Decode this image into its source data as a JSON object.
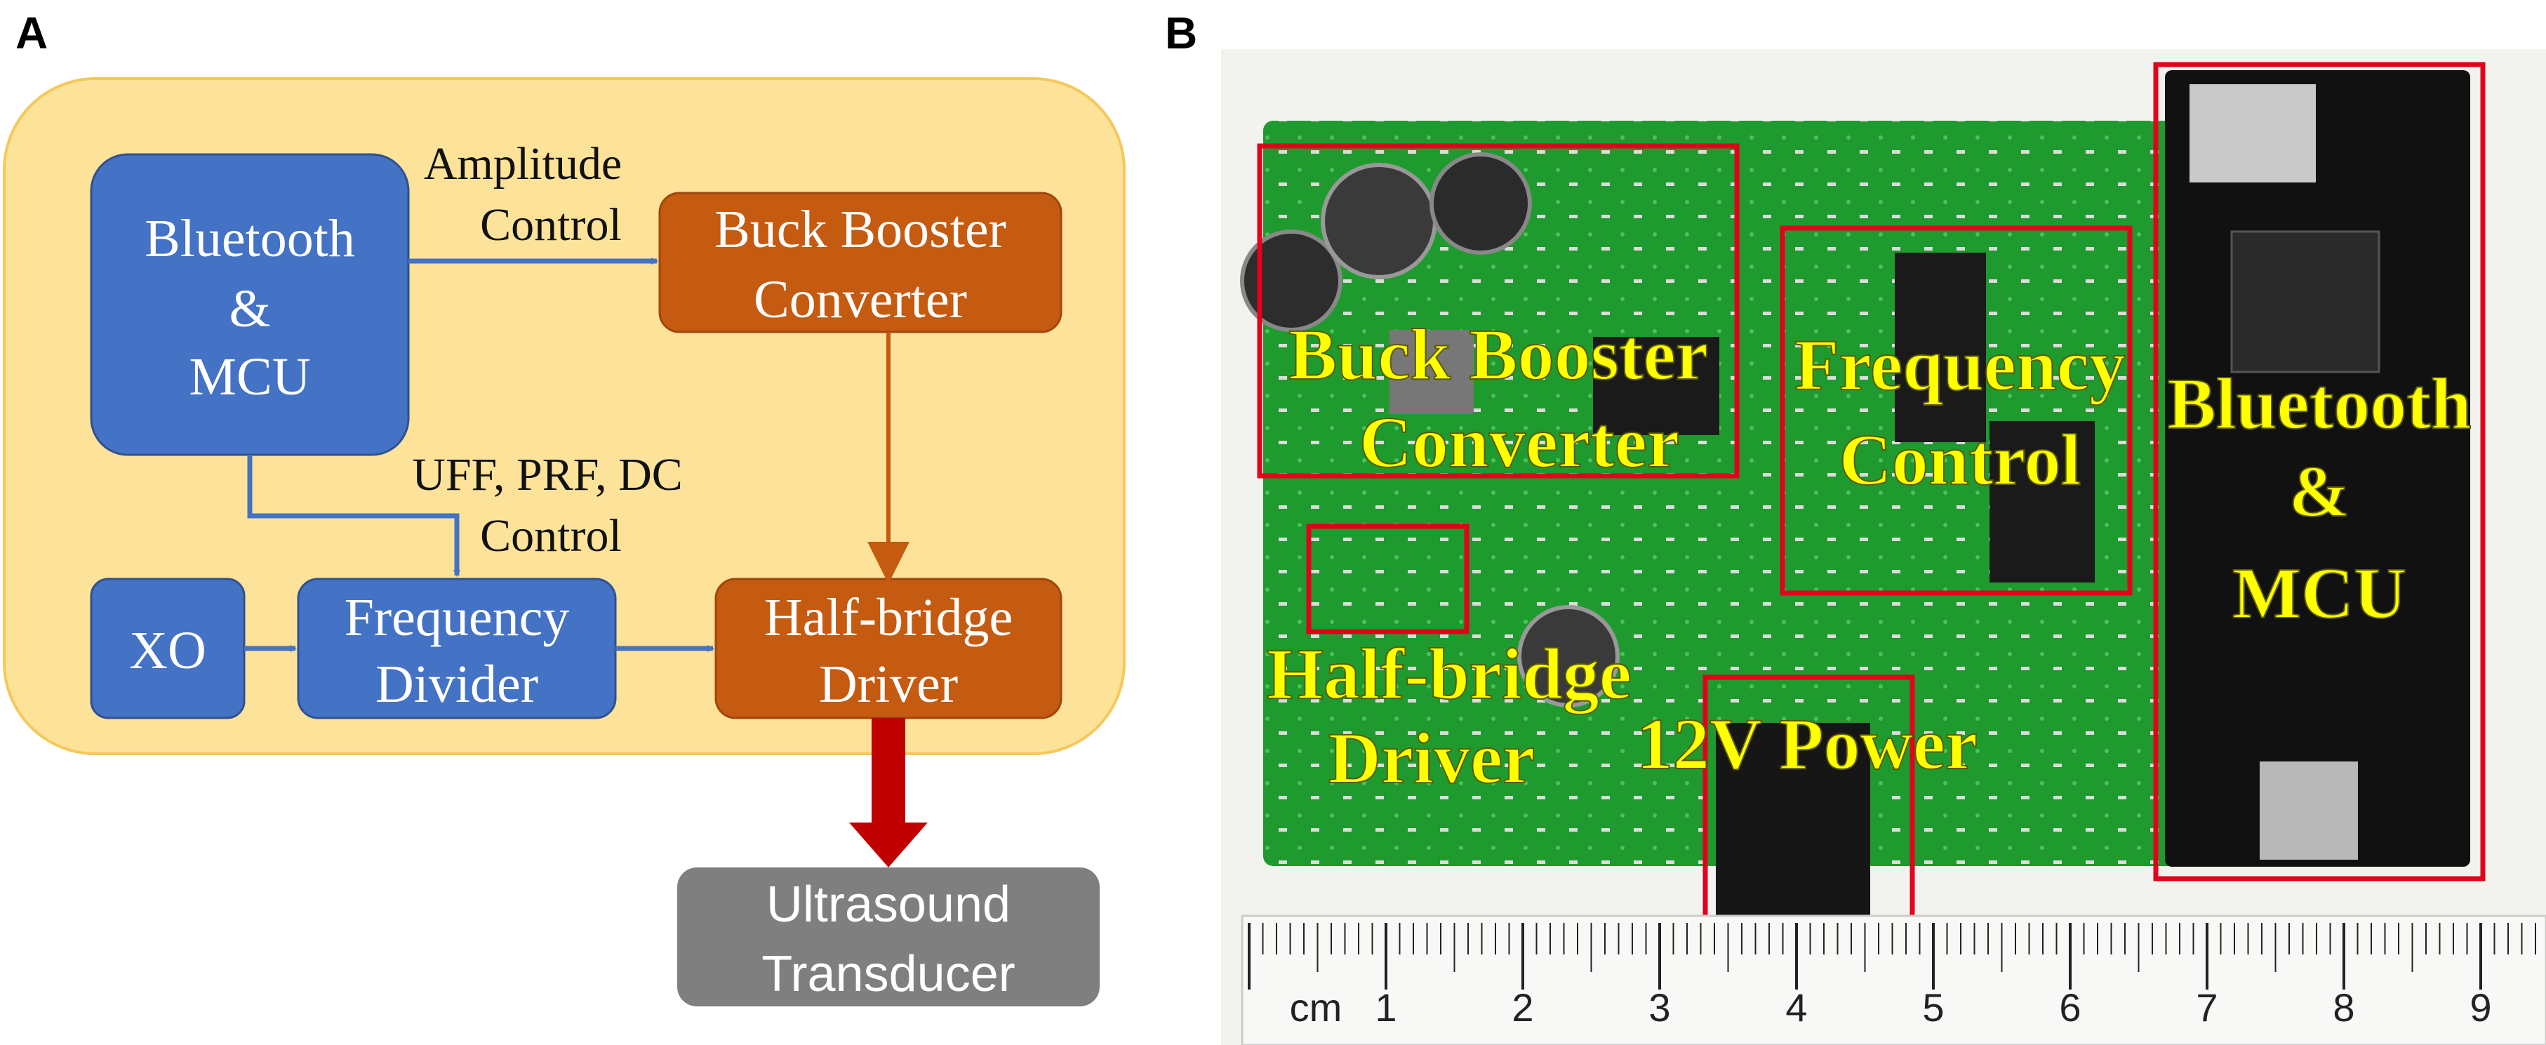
{
  "panels": {
    "a": "A",
    "b": "B"
  },
  "diagram": {
    "bluetooth_mcu": [
      "Bluetooth",
      "&",
      "MCU"
    ],
    "buck_booster": [
      "Buck Booster",
      "Converter"
    ],
    "xo": "XO",
    "frequency_divider": [
      "Frequency",
      "Divider"
    ],
    "half_bridge": [
      "Half-bridge",
      "Driver"
    ],
    "ultrasound": [
      "Ultrasound",
      "Transducer"
    ],
    "amplitude_control": [
      "Amplitude",
      "Control"
    ],
    "uff_prf_dc": [
      "UFF, PRF, DC",
      "Control"
    ]
  },
  "photo": {
    "labels": {
      "buck_booster": [
        "Buck Booster",
        "Converter"
      ],
      "frequency_control": [
        "Frequency",
        "Control"
      ],
      "bluetooth_mcu": [
        "Bluetooth",
        "&",
        "MCU"
      ],
      "half_bridge": [
        "Half-bridge",
        "Driver"
      ],
      "power": "12V Power"
    },
    "ruler": {
      "unit": "cm",
      "numbers": [
        "1",
        "2",
        "3",
        "4",
        "5",
        "6",
        "7",
        "8",
        "9"
      ]
    }
  },
  "colors": {
    "enclosure": "#fde29a",
    "blue_block": "#4472c4",
    "orange_block": "#c55a11",
    "gray_block": "#7f7f7f",
    "arrow_red": "#c00000",
    "pcb_green": "#1f9a2e",
    "highlight_red": "#e3001b",
    "label_yellow": "#ffff00"
  }
}
